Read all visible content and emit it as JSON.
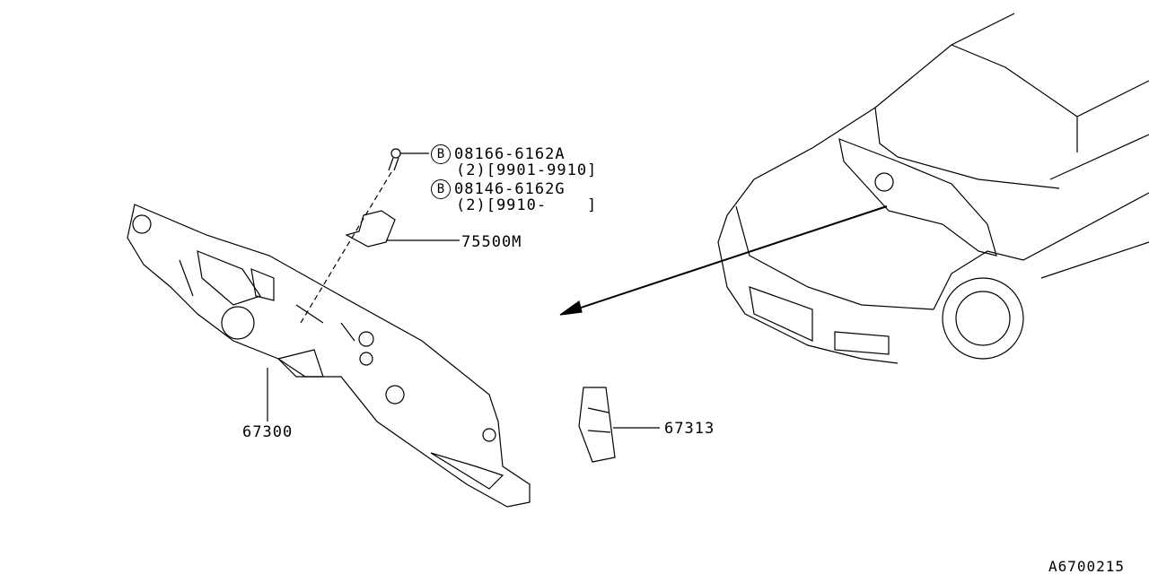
{
  "parts": {
    "bolt_a": {
      "marker": "B",
      "number": "08166-6162A",
      "qty_range": "(2)[9901-9910]"
    },
    "bolt_g": {
      "marker": "B",
      "number": "08146-6162G",
      "qty_range": "(2)[9910-    ]"
    },
    "bracket": "75500M",
    "dash_panel": "67300",
    "pad": "67313"
  },
  "diagram_id": "A6700215"
}
